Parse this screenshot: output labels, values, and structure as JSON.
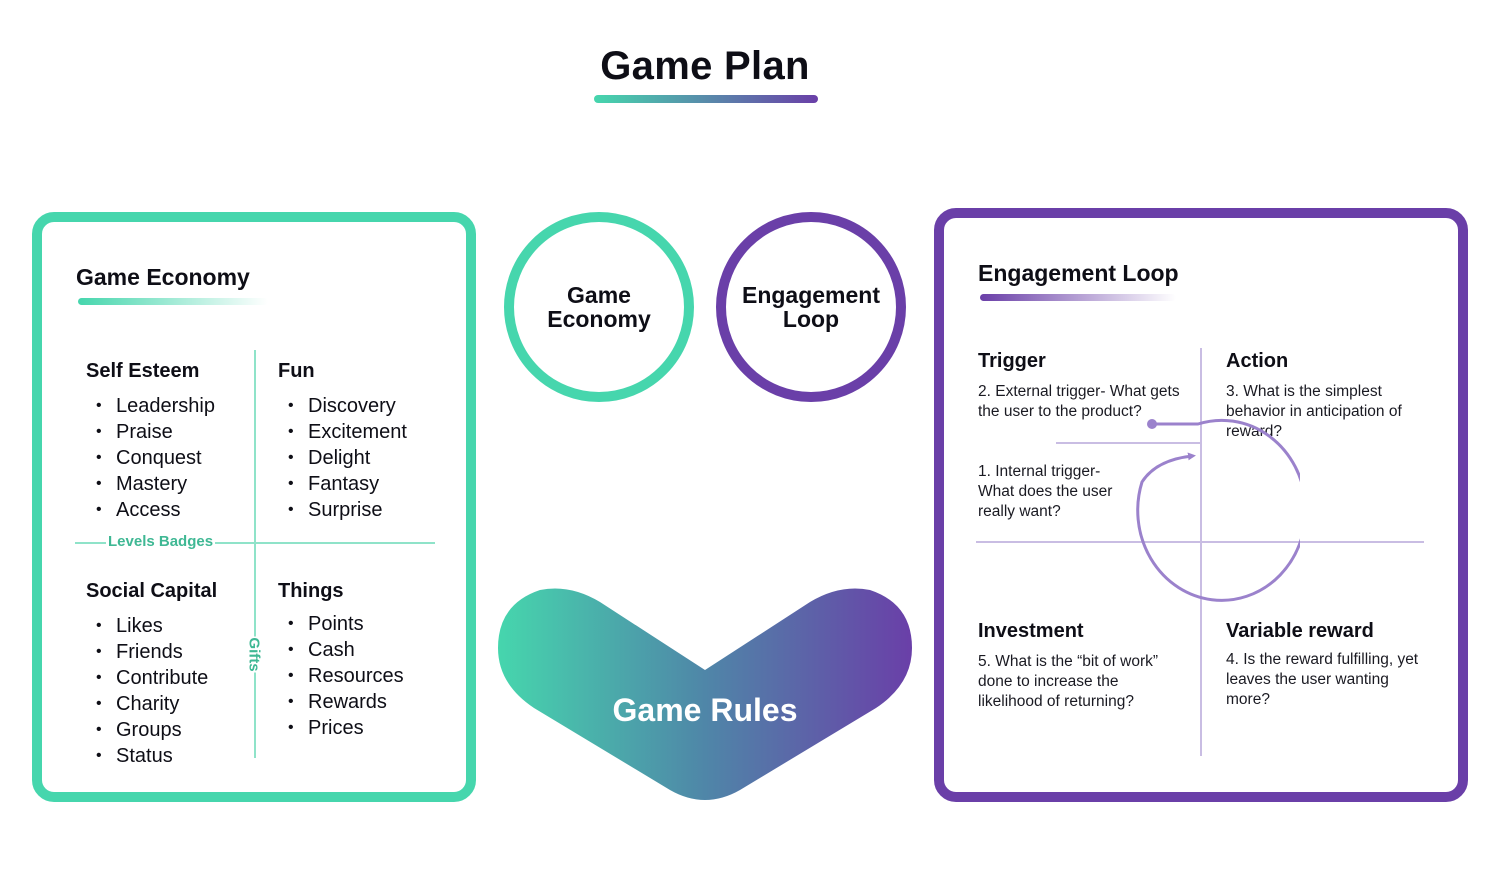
{
  "page": {
    "title": "Game Plan"
  },
  "colors": {
    "green": "#46d6ad",
    "purple": "#6a3fa8",
    "divider_green": "#8fe3c9",
    "divider_purple": "#c9bde3",
    "loop_purple": "#9b82cc"
  },
  "game_economy_card": {
    "title": "Game Economy",
    "self_esteem": {
      "heading": "Self Esteem",
      "items": [
        "Leadership",
        "Praise",
        "Conquest",
        "Mastery",
        "Access"
      ]
    },
    "fun": {
      "heading": "Fun",
      "items": [
        "Discovery",
        "Excitement",
        "Delight",
        "Fantasy",
        "Surprise"
      ]
    },
    "social_capital": {
      "heading": "Social Capital",
      "items": [
        "Likes",
        "Friends",
        "Contribute",
        "Charity",
        "Groups",
        "Status"
      ]
    },
    "things": {
      "heading": "Things",
      "items": [
        "Points",
        "Cash",
        "Resources",
        "Rewards",
        "Prices"
      ]
    },
    "levels_badges_label": "Levels Badges",
    "gifts_label": "Gifts"
  },
  "center": {
    "circle_game_economy": "Game Economy",
    "circle_engagement_loop": "Engagement Loop",
    "game_rules": "Game Rules"
  },
  "engagement_loop_card": {
    "title": "Engagement Loop",
    "trigger": {
      "heading": "Trigger",
      "external": "2. External trigger- What gets the user to the product?",
      "internal": "1. Internal trigger- What does the user really want?"
    },
    "action": {
      "heading": "Action",
      "text": "3. What is the simplest behavior in anticipation of reward?"
    },
    "investment": {
      "heading": "Investment",
      "text": "5. What is the “bit of work” done to increase the likelihood of returning?"
    },
    "variable_reward": {
      "heading": "Variable reward",
      "text": "4. Is the reward fulfilling, yet leaves the user wanting more?"
    }
  }
}
